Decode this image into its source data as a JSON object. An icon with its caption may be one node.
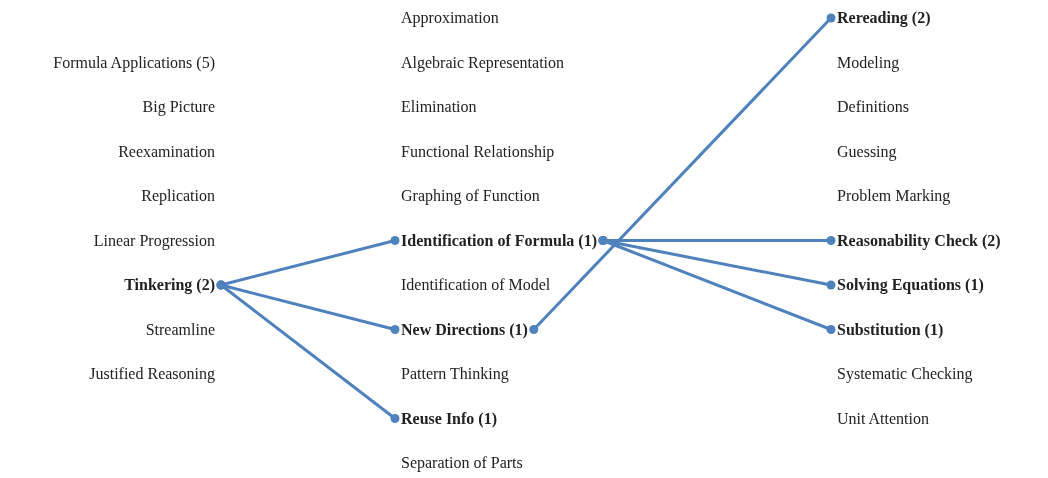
{
  "diagram": {
    "nodes": [
      {
        "text": [
          "Tinkering (2)"
        ]
      },
      {
        "text": [
          "Identification of Formula (1)"
        ]
      },
      {
        "text": [
          "New Directions (1)"
        ]
      },
      {
        "text": [
          "Reuse Info (1)"
        ]
      },
      {
        "text": [
          "Rereading (2)"
        ]
      },
      {
        "text": [
          "Reasonability Check (2)"
        ]
      },
      {
        "text": [
          "Solving Equations (1)"
        ]
      },
      {
        "text": [
          "Substitution (1)"
        ]
      }
    ],
    "edges": [
      {
        "from": 0,
        "to": 1,
        "arrow": "other"
      },
      {
        "from": 0,
        "to": 2,
        "arrow": "other"
      },
      {
        "from": 0,
        "to": 3,
        "arrow": "other"
      },
      {
        "from": 1,
        "to": 5,
        "arrow": "other"
      },
      {
        "from": 1,
        "to": 6,
        "arrow": "other"
      },
      {
        "from": 1,
        "to": 7,
        "arrow": "other"
      },
      {
        "from": 2,
        "to": 4,
        "arrow": "other"
      }
    ],
    "labels": [
      "Formula Applications (5)",
      "Big Picture",
      "Reexamination",
      "Replication",
      "Linear Progression",
      "Streamline",
      "Justified Reasoning",
      "Approximation",
      "Algebraic Representation",
      "Elimination",
      "Functional Relationship",
      "Graphing of Function",
      "Identification of Model",
      "Pattern Thinking",
      "Separation of Parts",
      "Modeling",
      "Definitions",
      "Guessing",
      "Problem Marking",
      "Systematic Checking",
      "Unit Attention"
    ]
  }
}
